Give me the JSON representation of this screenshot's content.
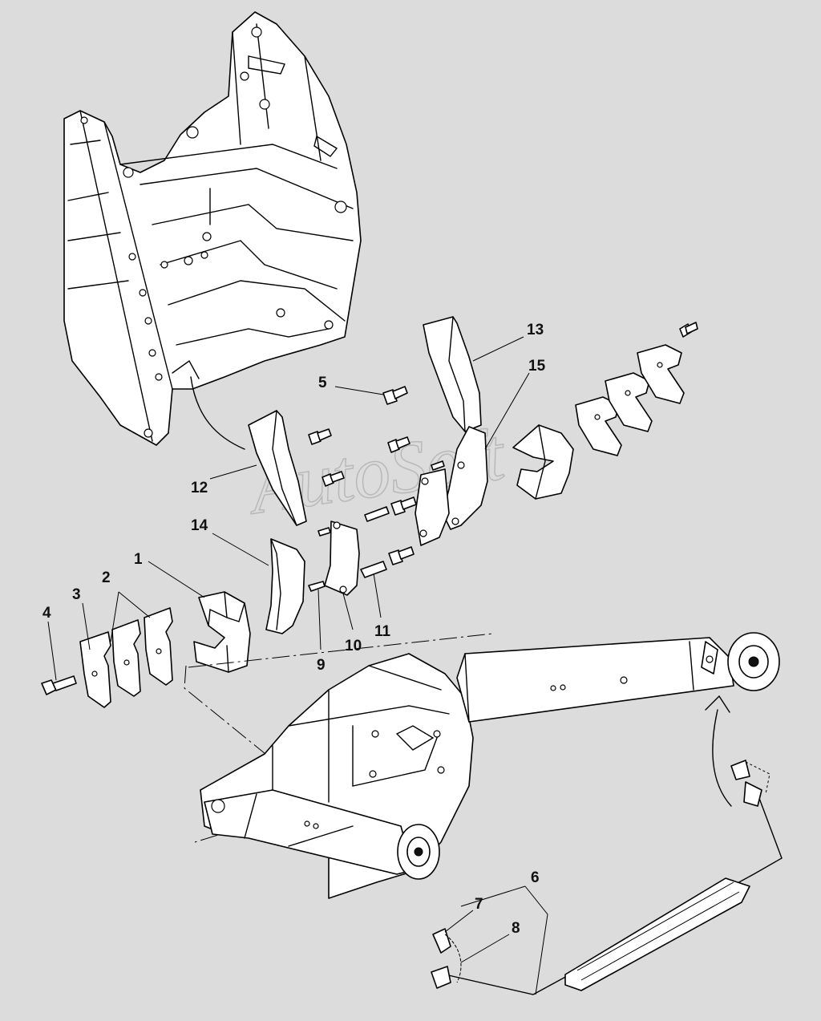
{
  "watermark": "AutoSoft",
  "callouts": [
    {
      "id": "1",
      "label": "1"
    },
    {
      "id": "2",
      "label": "2"
    },
    {
      "id": "3",
      "label": "3"
    },
    {
      "id": "4",
      "label": "4"
    },
    {
      "id": "5",
      "label": "5"
    },
    {
      "id": "6",
      "label": "6"
    },
    {
      "id": "7",
      "label": "7"
    },
    {
      "id": "8",
      "label": "8"
    },
    {
      "id": "9",
      "label": "9"
    },
    {
      "id": "10",
      "label": "10"
    },
    {
      "id": "11",
      "label": "11"
    },
    {
      "id": "12",
      "label": "12"
    },
    {
      "id": "13",
      "label": "13"
    },
    {
      "id": "14",
      "label": "14"
    },
    {
      "id": "15",
      "label": "15"
    }
  ]
}
